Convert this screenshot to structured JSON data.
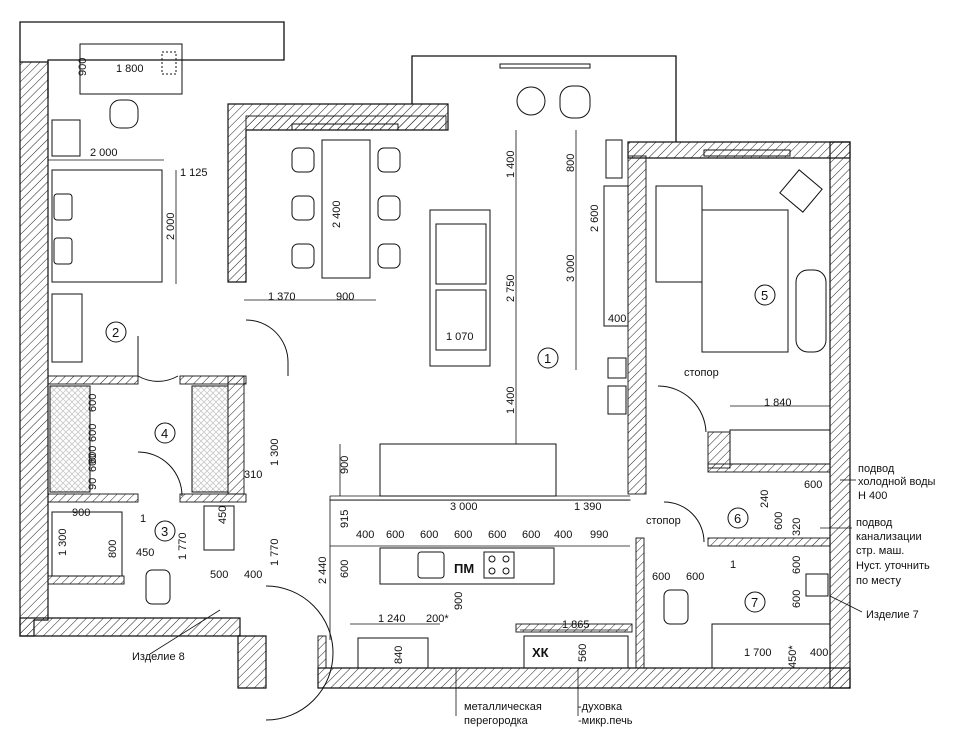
{
  "rooms": [
    "1",
    "2",
    "3",
    "4",
    "5",
    "6",
    "7"
  ],
  "labels": {
    "stopor_1": "стопор",
    "stopor_2": "стопор",
    "pm": "ПМ",
    "hk": "ХК",
    "cold_water": [
      "подвод",
      "холодной воды",
      "Н 400"
    ],
    "sewer": [
      "подвод",
      "канализации",
      "стр. маш.",
      "Нуст. уточнить",
      "по месту"
    ],
    "izdelie_7": "Изделие 7",
    "izdelie_8": "Изделие 8",
    "metal_partition": [
      "металлическая",
      "перегородка"
    ],
    "oven": "-духовка",
    "microwave": "-микр.печь"
  },
  "dimensions": {
    "d900a": "900",
    "d1800": "1 800",
    "d2000": "2 000",
    "d1125": "1 125",
    "d2000v": "2 000",
    "d2400": "2 400",
    "d1370": "1 370",
    "d900b": "900",
    "d1400a": "1 400",
    "d2750": "2 750",
    "d1070": "1 070",
    "d1400b": "1 400",
    "d800": "800",
    "d2600": "2 600",
    "d3000v": "3 000",
    "d400a": "400",
    "d1840": "1 840",
    "d600a": "600",
    "d600b": "600",
    "d600c": "600",
    "d90": "90",
    "d600d": "600",
    "d1300a": "1 300",
    "d310": "310",
    "d900c": "900",
    "d3000": "3 000",
    "d1390": "1 390",
    "d915": "915",
    "k400a": "400",
    "k600a": "600",
    "k600b": "600",
    "k600c": "600",
    "k600d": "600",
    "k600e": "600",
    "k400b": "400",
    "k990": "990",
    "d600e": "600",
    "d2440": "2 440",
    "d900d": "900",
    "d1240": "1 240",
    "d200": "200*",
    "d1865": "1 865",
    "d840": "840",
    "d560": "560",
    "d900e": "900",
    "d1300b": "1 300",
    "d800b": "800",
    "d450a": "450",
    "d1770a": "1 770",
    "d450b": "450",
    "d500": "500",
    "d400c": "400",
    "d1770b": "1 770",
    "d600f": "600",
    "d240": "240",
    "d600g": "600",
    "d320": "320",
    "d600h": "600",
    "d600i": "600",
    "d600j": "600",
    "d600k": "600",
    "d600l": "600",
    "d1700": "1 700",
    "d450c": "450*",
    "d400d": "400"
  },
  "callouts": [
    "1",
    "1"
  ]
}
